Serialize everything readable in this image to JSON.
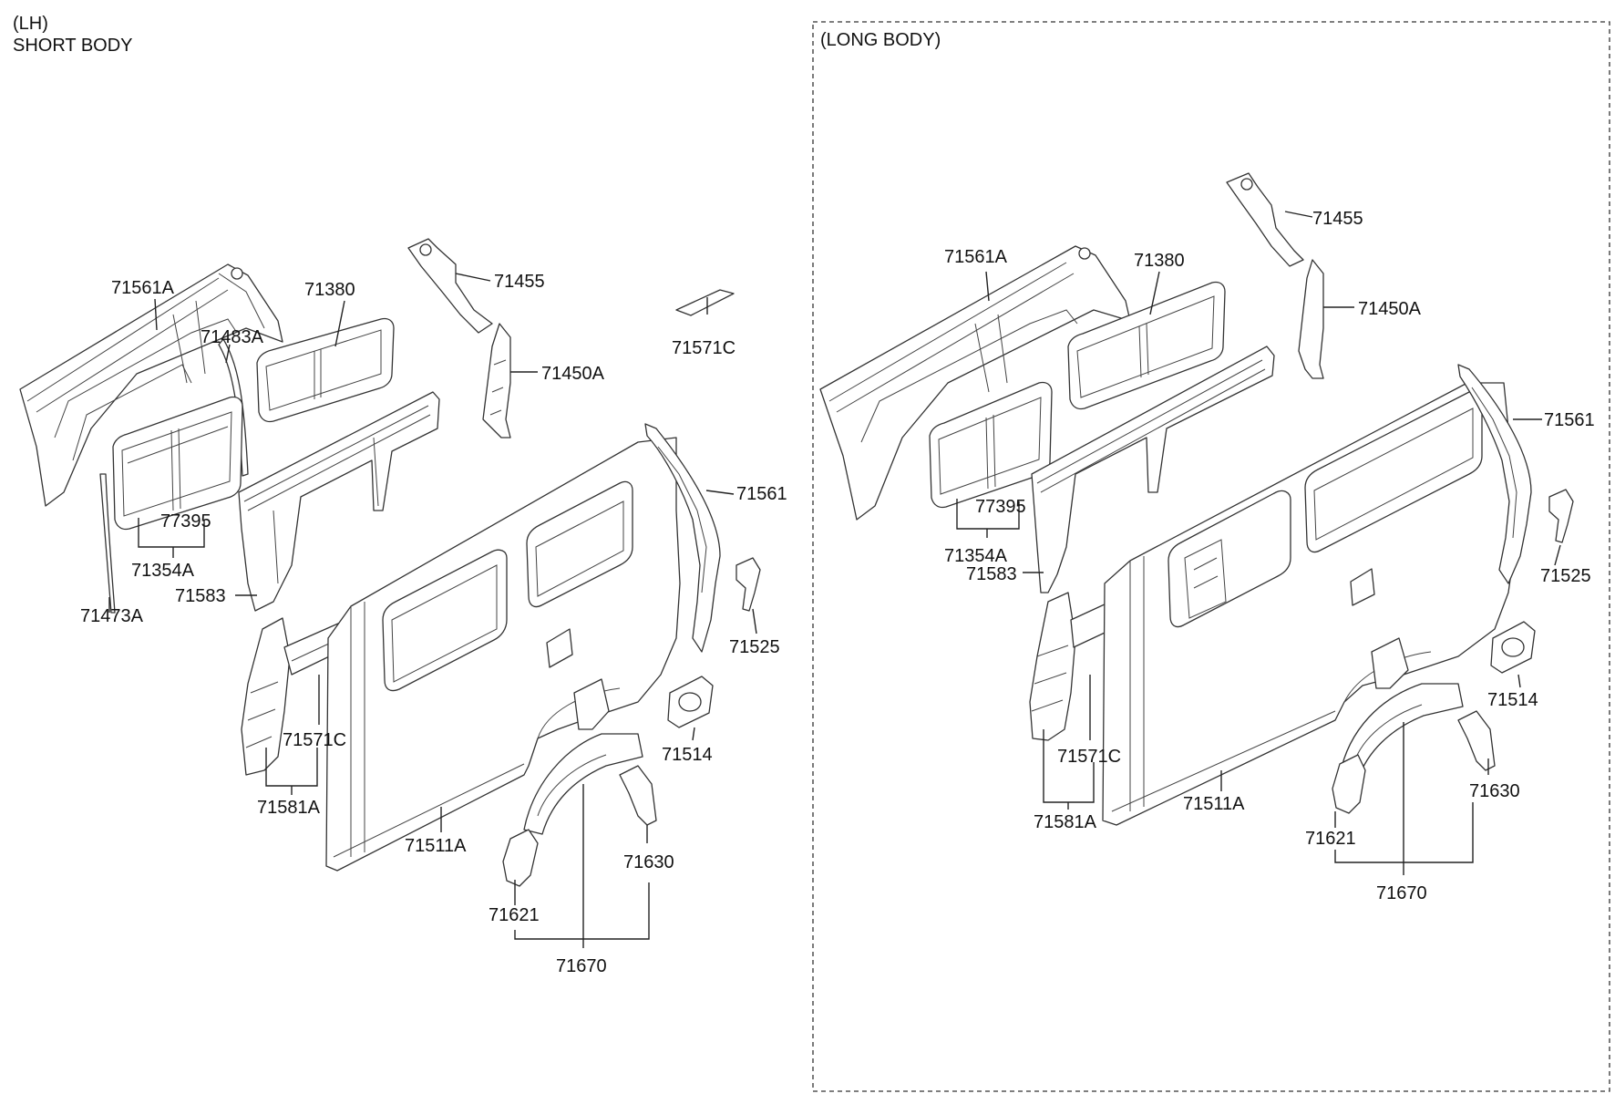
{
  "header": {
    "side": "(LH)",
    "short_body": "SHORT BODY",
    "long_body": "(LONG BODY)"
  },
  "short_body_labels": {
    "p71561A": "71561A",
    "p71380": "71380",
    "p71483A": "71483A",
    "p71455": "71455",
    "p71571C_top": "71571C",
    "p71450A": "71450A",
    "p77395": "77395",
    "p71354A": "71354A",
    "p71473A": "71473A",
    "p71561": "71561",
    "p71583": "71583",
    "p71525": "71525",
    "p71571C_low": "71571C",
    "p71514": "71514",
    "p71581A": "71581A",
    "p71511A": "71511A",
    "p71630": "71630",
    "p71621": "71621",
    "p71670": "71670"
  },
  "long_body_labels": {
    "p71455": "71455",
    "p71561A": "71561A",
    "p71380": "71380",
    "p71450A": "71450A",
    "p71561": "71561",
    "p77395": "77395",
    "p71354A": "71354A",
    "p71583": "71583",
    "p71525": "71525",
    "p71514": "71514",
    "p71571C": "71571C",
    "p71630": "71630",
    "p71581A": "71581A",
    "p71511A": "71511A",
    "p71621": "71621",
    "p71670": "71670"
  }
}
